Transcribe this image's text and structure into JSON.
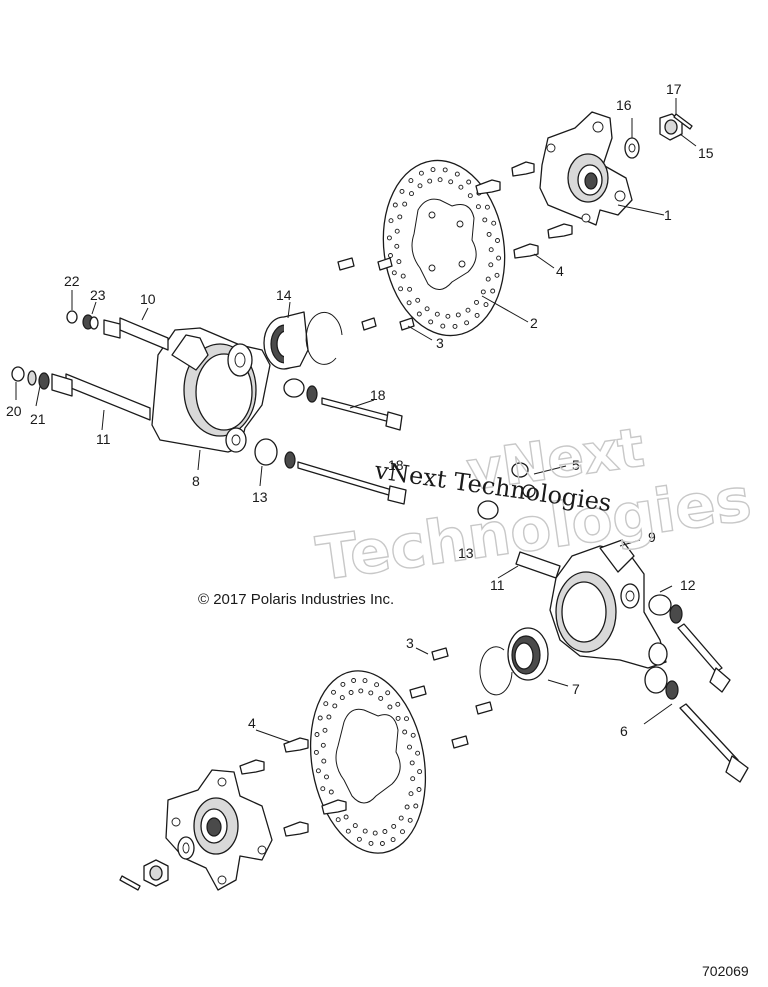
{
  "copyright": "© 2017 Polaris Industries Inc.",
  "document_number": "702069",
  "watermark": {
    "text": "vNext Technologies",
    "outline_line1": "vNext",
    "outline_line2": "Technologies"
  },
  "callouts": {
    "c1": "1",
    "c2": "2",
    "c3a": "3",
    "c3b": "3",
    "c4a": "4",
    "c4b": "4",
    "c5": "5",
    "c6": "6",
    "c7": "7",
    "c8": "8",
    "c9": "9",
    "c10": "10",
    "c11a": "11",
    "c11b": "11",
    "c12": "12",
    "c13a": "13",
    "c13b": "13",
    "c14": "14",
    "c15": "15",
    "c16": "16",
    "c17": "17",
    "c18a": "18",
    "c18b": "18",
    "c20": "20",
    "c21": "21",
    "c22": "22",
    "c23": "23"
  }
}
